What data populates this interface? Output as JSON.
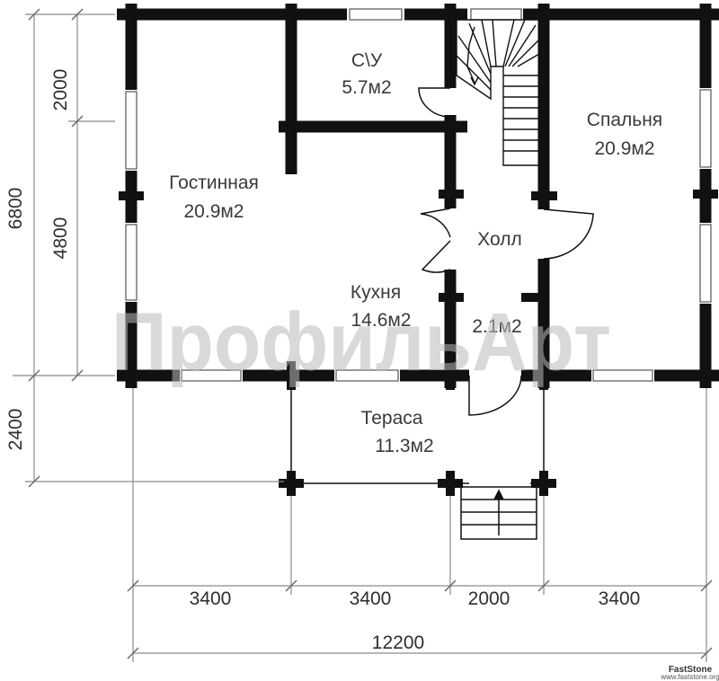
{
  "rooms": {
    "bathroom": {
      "name": "С\\У",
      "area": "5.7м2"
    },
    "living": {
      "name": "Гостинная",
      "area": "20.9м2"
    },
    "bedroom": {
      "name": "Спальня",
      "area": "20.9м2"
    },
    "hall": {
      "name": "Холл",
      "area": ""
    },
    "kitchen": {
      "name": "Кухня",
      "area": "14.6м2"
    },
    "vestibule": {
      "name": "",
      "area": "2.1м2"
    },
    "terrace": {
      "name": "Тераса",
      "area": "11.3м2"
    }
  },
  "dimensions": {
    "left_outer": "6800",
    "left_top": "2000",
    "left_middle": "4800",
    "left_bottom": "2400",
    "bottom_segments": [
      "3400",
      "3400",
      "2000",
      "3400"
    ],
    "bottom_total": "12200"
  },
  "watermark": "ПрофильАрт",
  "software_mark": {
    "name": "FastStone",
    "url": "www.faststone.org"
  },
  "colors": {
    "wall": "#111111",
    "dimension_line": "#8a8a8a",
    "text": "#3a3a3a",
    "watermark": "#b9b9b9"
  }
}
